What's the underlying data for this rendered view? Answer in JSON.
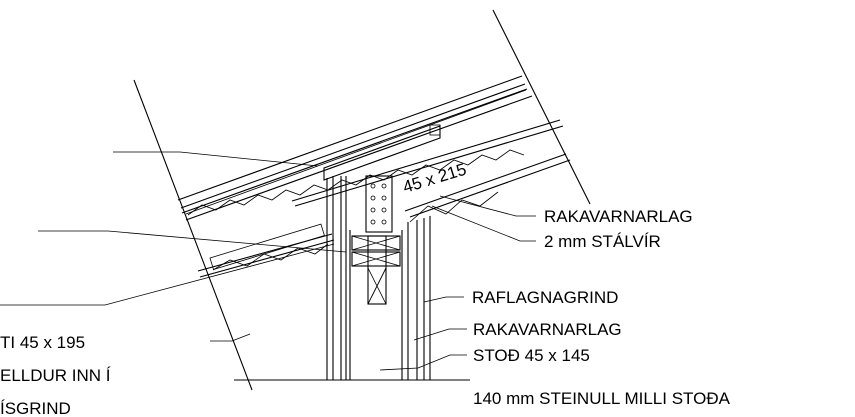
{
  "diagram": {
    "dimension_label": "45 x 215",
    "labels": {
      "rakavarnarlag_top": "RAKAVARNARLAG",
      "stalvir": "2 mm STÁLVÍR",
      "raflagnagrind": "RAFLAGNAGRIND",
      "rakavarnarlag_wall": "RAKAVARNARLAG",
      "stod": "STOÐ 45 x 145",
      "steinull": "140 mm STEINULL MILLI STOÐA",
      "left_line1": "TI 45 x 195",
      "left_line2": "ELLDUR INN Í",
      "left_line3": "ÍSGRIND"
    }
  }
}
